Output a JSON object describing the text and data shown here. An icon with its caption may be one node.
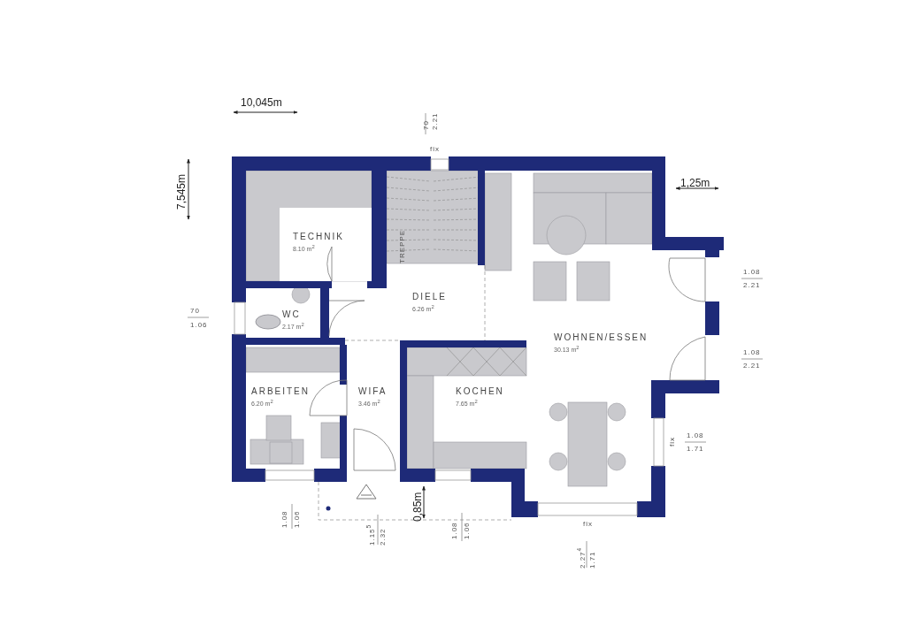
{
  "diagram": {
    "nodes": [
      {
        "text": [
          "TECHNIK",
          "8.10 m$^{2}$"
        ]
      },
      {
        "text": [
          "DIELE",
          "6.26 m$^{2}$"
        ]
      },
      {
        "text": [
          "WC",
          "2.17 m$^{2}$"
        ]
      },
      {
        "text": [
          "WOHNEN/ESSEN",
          "30.13 m$^{2}$"
        ]
      },
      {
        "text": [
          "ARBEITEN",
          "6.20 m$^{2}$"
        ]
      },
      {
        "text": [
          "WIFA",
          "3.46 m$^{2}$"
        ]
      },
      {
        "text": [
          "KOCHEN",
          "7.65 m$^{2}$"
        ]
      }
    ],
    "edges": [],
    "labels": [
      "10,045m",
      "70",
      "2.21",
      "fix",
      "7,545m",
      "1,25m",
      "TREPPE",
      "70",
      "1.06",
      "1.08",
      "2.21",
      "1.08",
      "2.21",
      "1.08",
      "1.71",
      "fix",
      "0,85m",
      "fix",
      "1.08",
      "1.06",
      "1.15$^{5}$",
      "2.32",
      "1.08",
      "1.06",
      "2.27$^{4}$",
      "1.71"
    ]
  }
}
